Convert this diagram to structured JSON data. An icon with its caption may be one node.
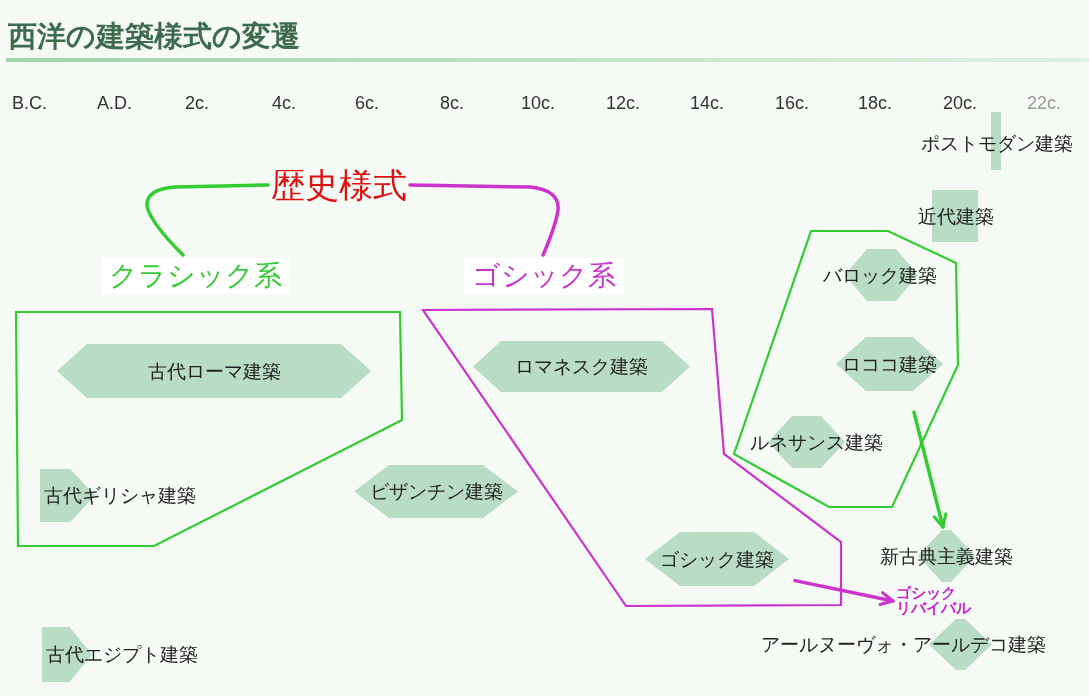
{
  "diagram": {
    "title": "西洋の建築様式の変遷",
    "nodes": [
      {
        "text": [
          "ポストモダン建築"
        ]
      },
      {
        "text": [
          "歴史様式"
        ]
      },
      {
        "text": [
          "近代建築"
        ]
      },
      {
        "text": [
          "クラシック系"
        ]
      },
      {
        "text": [
          "ゴシック系"
        ]
      },
      {
        "text": [],
        "shape": "polygon"
      },
      {
        "text": [
          "バロック建築"
        ],
        "in": 5
      },
      {
        "text": [
          "古代ローマ建築"
        ],
        "in": 3
      },
      {
        "text": [
          "ロマネスク建築"
        ],
        "in": 4
      },
      {
        "text": [
          "ロココ建築"
        ],
        "in": 5
      },
      {
        "text": [
          "ルネサンス建築"
        ],
        "in": 5
      },
      {
        "text": [
          "古代ギリシャ建築"
        ],
        "in": 3
      },
      {
        "text": [
          "ビザンチン建築"
        ]
      },
      {
        "text": [
          "ゴシック建築"
        ],
        "in": 4
      },
      {
        "text": [
          "新古典主義建築"
        ]
      },
      {
        "text": [
          "ゴシックリバイバル"
        ]
      },
      {
        "text": [
          "アールヌーヴォ・アールデコ建築"
        ]
      },
      {
        "text": [
          "古代エジプト建築"
        ]
      }
    ],
    "edges": [
      {
        "from": 1,
        "to": 3,
        "arrow": "none",
        "color": "#33cc33"
      },
      {
        "from": 1,
        "to": 4,
        "arrow": "none",
        "color": "#cc33cc"
      },
      {
        "from": 5,
        "to": 14,
        "arrow": "to",
        "color": "#33cc33"
      },
      {
        "from": 13,
        "to": 15,
        "arrow": "to",
        "color": "#cc33cc"
      }
    ],
    "labels": [
      "B.C.",
      "A.D.",
      "2c.",
      "4c.",
      "6c.",
      "8c.",
      "10c.",
      "12c.",
      "14c.",
      "16c.",
      "18c.",
      "20c.",
      "22c."
    ]
  }
}
